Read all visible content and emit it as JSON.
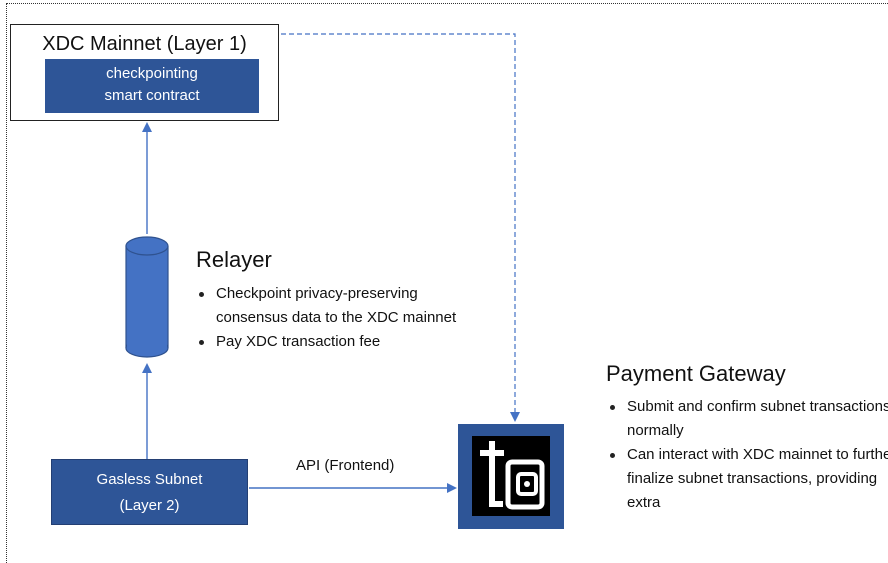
{
  "mainnet": {
    "title": "XDC Mainnet (Layer 1)",
    "contract_line1": "checkpointing",
    "contract_line2": "smart contract"
  },
  "relayer": {
    "title": "Relayer",
    "bullets": [
      "Checkpoint privacy-preserving consensus data to the XDC mainnet",
      "Pay XDC transaction fee"
    ]
  },
  "gateway": {
    "title": "Payment Gateway",
    "bullets": [
      "Submit and confirm subnet transactions normally",
      "Can interact with XDC mainnet to further finalize subnet transactions, providing extra"
    ]
  },
  "subnet": {
    "line1": "Gasless Subnet",
    "line2": "(Layer 2)"
  },
  "api_label": "API (Frontend)",
  "colors": {
    "box_blue": "#2e5597",
    "arrow_blue": "#4472c4",
    "cylinder_fill": "#4472c4",
    "cylinder_stroke": "#2f528f"
  },
  "icons": {
    "gateway": "wallet-plus-icon",
    "relayer": "cylinder-database-icon"
  }
}
